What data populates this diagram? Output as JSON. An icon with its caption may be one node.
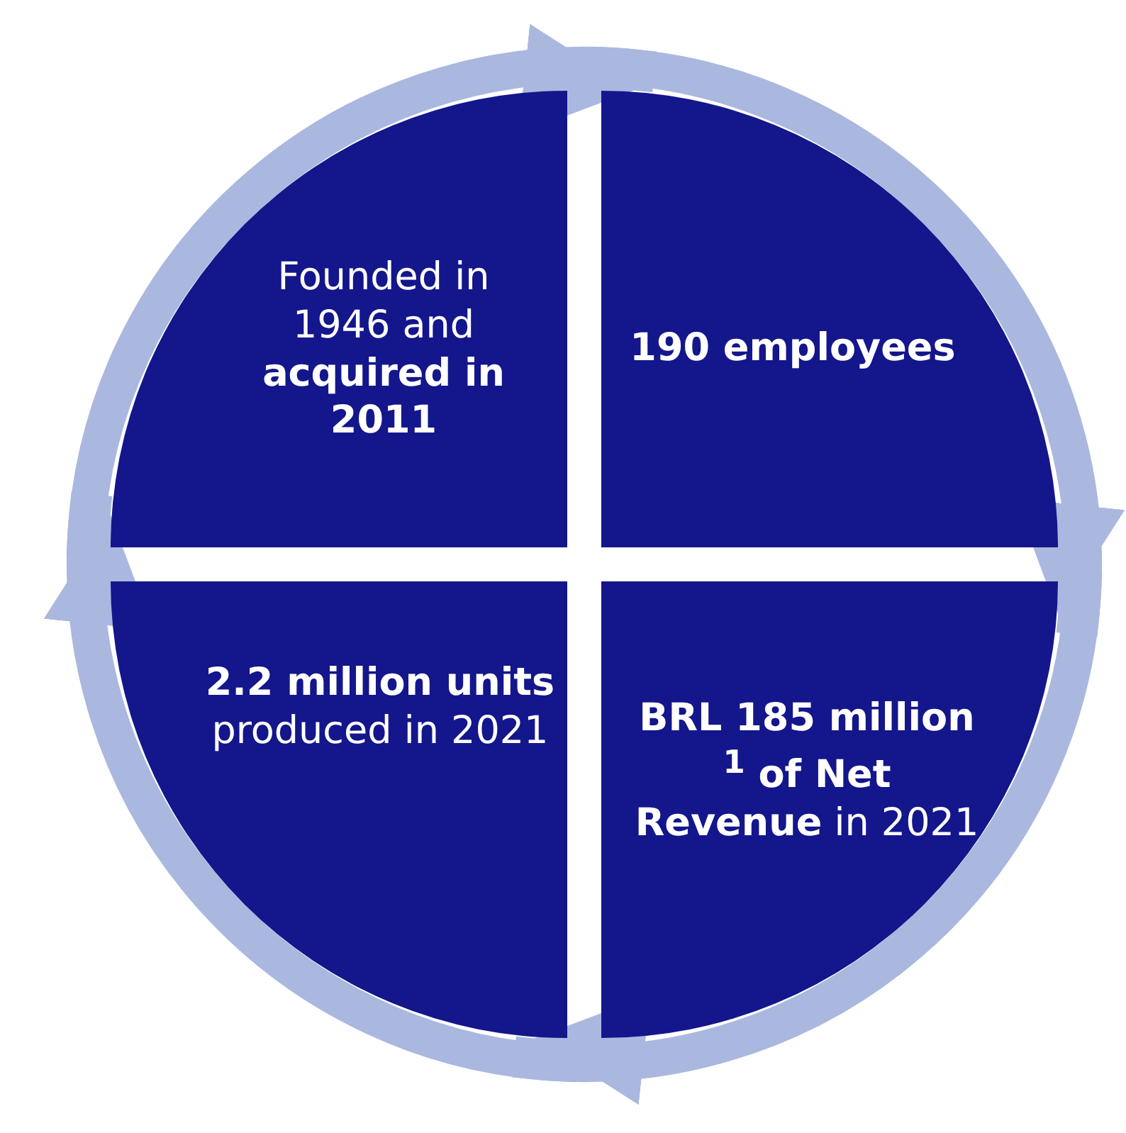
{
  "diagram": {
    "nodes": [
      {
        "text": [
          "Founded in 1946 and **acquired in 2011**"
        ]
      },
      {
        "text": [
          "190 employees"
        ]
      },
      {
        "text": [
          "**BRL 185 million $^{1}$ of Net Revenue** in 2021"
        ]
      },
      {
        "text": [
          "**2.2 million units** produced in 2021"
        ]
      }
    ],
    "edges": [
      {
        "from": 0,
        "to": 1,
        "arrow": "to"
      },
      {
        "from": 1,
        "to": 2,
        "arrow": "to"
      },
      {
        "from": 2,
        "to": 3,
        "arrow": "to"
      },
      {
        "from": 3,
        "to": 0,
        "arrow": "to"
      }
    ]
  }
}
